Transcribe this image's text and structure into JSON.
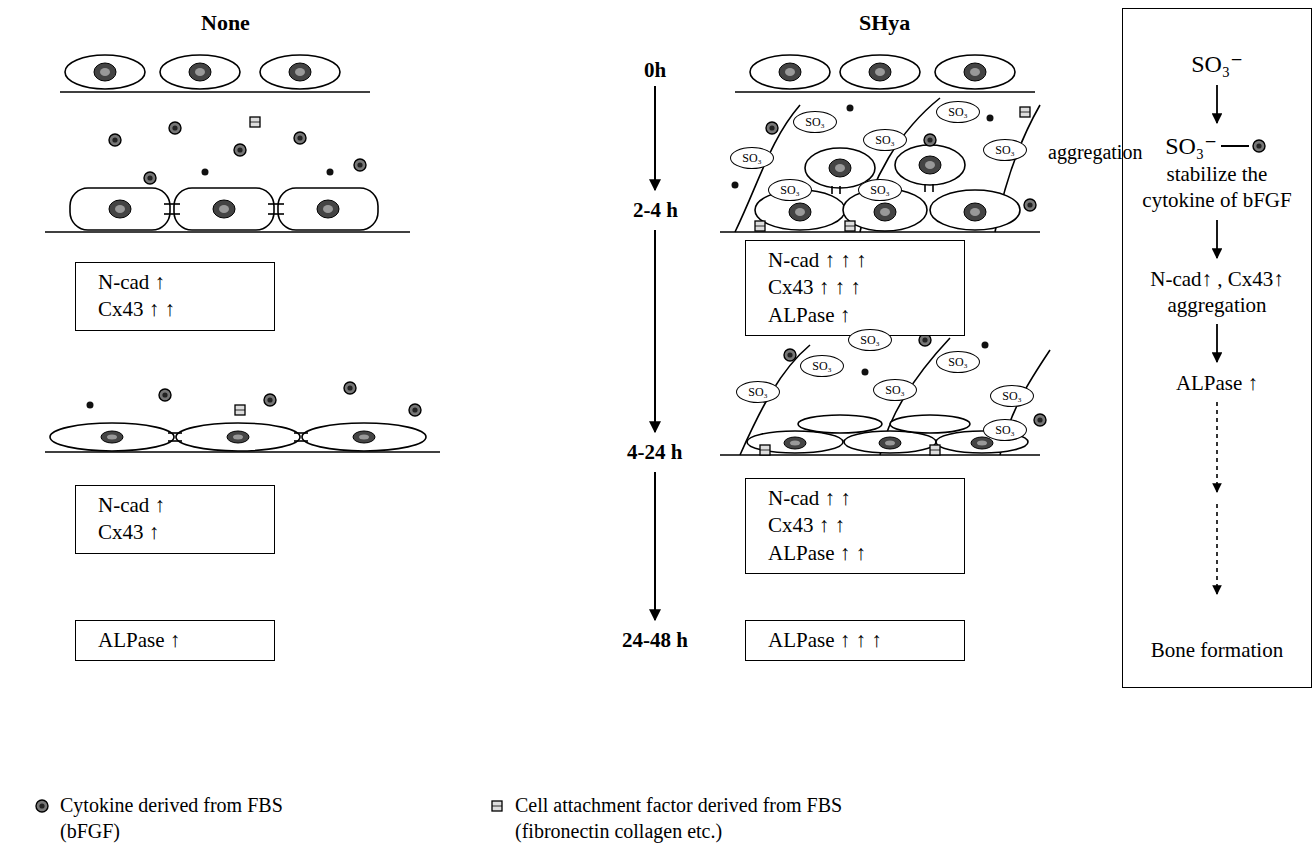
{
  "diagram": {
    "nodes": [
      {
        "text": [
          "N-cad ↑",
          "Cx43 ↑ ↑"
        ]
      },
      {
        "text": [
          "SO₃"
        ]
      },
      {
        "text": [
          "SO₃"
        ]
      },
      {
        "text": [
          "SO₃"
        ]
      },
      {
        "text": [
          "SO₃"
        ]
      },
      {
        "text": [
          "SO₃"
        ]
      },
      {
        "text": [
          "SO₃"
        ]
      },
      {
        "text": [
          "SO₃"
        ]
      },
      {
        "text": [
          "N-cad ↑ ↑ ↑",
          "Cx43 ↑ ↑ ↑",
          "ALPase ↑"
        ]
      },
      {
        "text": [
          "N-cad ↑",
          "Cx43 ↑"
        ]
      },
      {
        "text": [
          "SO₃"
        ]
      },
      {
        "text": [
          "SO₃"
        ]
      },
      {
        "text": [
          "SO₃"
        ]
      },
      {
        "text": [
          "SO₃"
        ]
      },
      {
        "text": [
          "SO₃"
        ]
      },
      {
        "text": [
          "SO₃"
        ]
      },
      {
        "text": [
          "SO₃"
        ]
      },
      {
        "text": [
          "N-cad ↑ ↑",
          "Cx43 ↑ ↑",
          "ALPase ↑ ↑"
        ]
      },
      {
        "text": [
          "ALPase ↑"
        ]
      },
      {
        "text": [
          "ALPase ↑ ↑ ↑"
        ]
      },
      {
        "text": [
          "SO₃⁻",
          "SO₃⁻",
          "stabilize the cytokine of bFGF",
          "N-cad↑ , Cx43↑",
          "aggregation",
          "ALPase ↑",
          "Bone formation"
        ]
      }
    ],
    "labels": [
      "None",
      "SHya",
      "0h",
      "2-4 h",
      "aggregation",
      "4-24 h",
      "24-48 h"
    ],
    "legend": [
      {
        "text": "Cytokine derived from FBS (bFGF)"
      },
      {
        "text": "Cell attachment factor derived from FBS (fibronectin collagen etc.)"
      }
    ]
  }
}
